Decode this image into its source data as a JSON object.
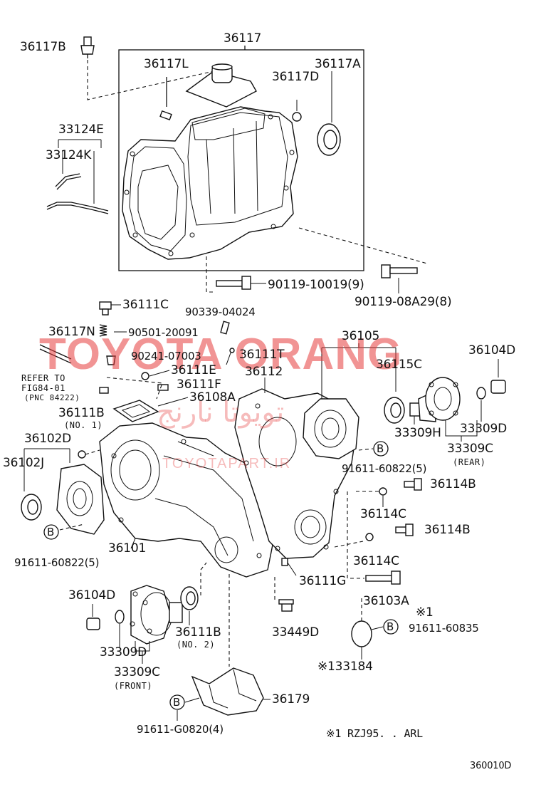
{
  "diagram_id": "360010D",
  "labels": {
    "p36117B": "36117B",
    "p36117": "36117",
    "p36117L": "36117L",
    "p36117A": "36117A",
    "p36117D": "36117D",
    "p33124E": "33124E",
    "p33124K": "33124K",
    "p90119_10019": "90119-10019(9)",
    "p90119_08A29": "90119-08A29(8)",
    "p36111C": "36111C",
    "p90339": "90339-04024",
    "p36117N": "36117N",
    "p90501": "90501-20091",
    "p36105": "36105",
    "p36104D_r": "36104D",
    "p90241": "90241-07003",
    "p36111T": "36111T",
    "p36115C": "36115C",
    "refer1": "REFER TO",
    "refer2": "FIG84-01",
    "refer3": "(PNC 84222)",
    "p36111E": "36111E",
    "p36112": "36112",
    "p36111F": "36111F",
    "p36108A": "36108A",
    "p36111B_1": "36111B",
    "no1": "(NO. 1)",
    "p33309H": "33309H",
    "p33309D_r": "33309D",
    "p36102D": "36102D",
    "p36102J": "36102J",
    "p33309C_r": "33309C",
    "rear": "(REAR)",
    "p91611_60822_r": "91611-60822(5)",
    "p36114B_1": "36114B",
    "p36114C_1": "36114C",
    "p36114B_2": "36114B",
    "p36101": "36101",
    "p91611_60822_l": "91611-60822(5)",
    "p36114C_2": "36114C",
    "p36111G": "36111G",
    "p36103A": "36103A",
    "p36104D_l": "36104D",
    "note1_mark": "※1",
    "p91611_60835": "91611-60835",
    "p33449D": "33449D",
    "p36111B_2": "36111B",
    "no2": "(NO. 2)",
    "p33309D_l": "33309D",
    "p133184": "※133184",
    "p33309C_l": "33309C",
    "front": "(FRONT)",
    "p36179": "36179",
    "p91611_G0820": "91611-G0820(4)",
    "footnote": "※1 RZJ95. . ARL",
    "bubble": "B"
  },
  "watermarks": {
    "brand": "TOYOTA ORANG",
    "site": "TOYOTAPART.IR",
    "persian": "تویوتا نارنج"
  }
}
